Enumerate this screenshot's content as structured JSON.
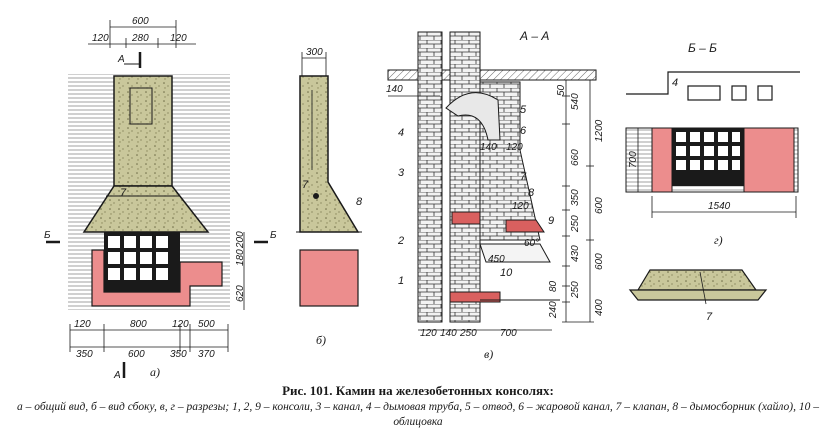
{
  "figure": {
    "title": "Рис. 101. Камин на железобетонных консолях:",
    "legend": "а – общий вид, б – вид сбоку, в, г – разрезы; 1, 2, 9 – консоли, 3 – канал, 4 – дымовая труба, 5 – отвод, 6 – жаровой канал, 7 – клапан, 8 – дымосборник (хайло), 10 – облицовка"
  },
  "colors": {
    "concrete": "#c9c79b",
    "brick": "#ec8d8d",
    "brick_dark": "#d9605f",
    "line": "#1a1a1a",
    "wall_hatch": "#9a9a9a"
  },
  "views": {
    "a": {
      "label": "а)",
      "dims_top": [
        "600",
        "120",
        "280",
        "120"
      ],
      "dims_side": [
        "200",
        "180",
        "620"
      ],
      "dims_bottom_row1": [
        "120",
        "800",
        "120",
        "500"
      ],
      "dims_bottom_row2": [
        "350",
        "600",
        "350",
        "370"
      ],
      "marker_a": "А",
      "marker_b": "Б",
      "callout": "7"
    },
    "b": {
      "label": "б)",
      "dim_top": "300",
      "callouts": [
        "7",
        "8"
      ]
    },
    "c": {
      "title": "А – А",
      "label": "в)",
      "dims_left": [
        "140"
      ],
      "dims_right": [
        "50",
        "540",
        "660",
        "1200",
        "350",
        "600",
        "250",
        "430",
        "600",
        "80",
        "250",
        "240",
        "400"
      ],
      "dims_inner": [
        "140",
        "120",
        "120",
        "450",
        "60°"
      ],
      "dims_bottom": [
        "120",
        "140",
        "250",
        "700"
      ],
      "callouts": [
        "1",
        "2",
        "3",
        "4",
        "5",
        "6",
        "7",
        "8",
        "9",
        "10"
      ]
    },
    "d": {
      "title": "Б – Б",
      "label": "г)",
      "dim_left": "700",
      "dim_bottom": "1540",
      "callout": "4"
    },
    "e": {
      "callout": "7"
    }
  }
}
